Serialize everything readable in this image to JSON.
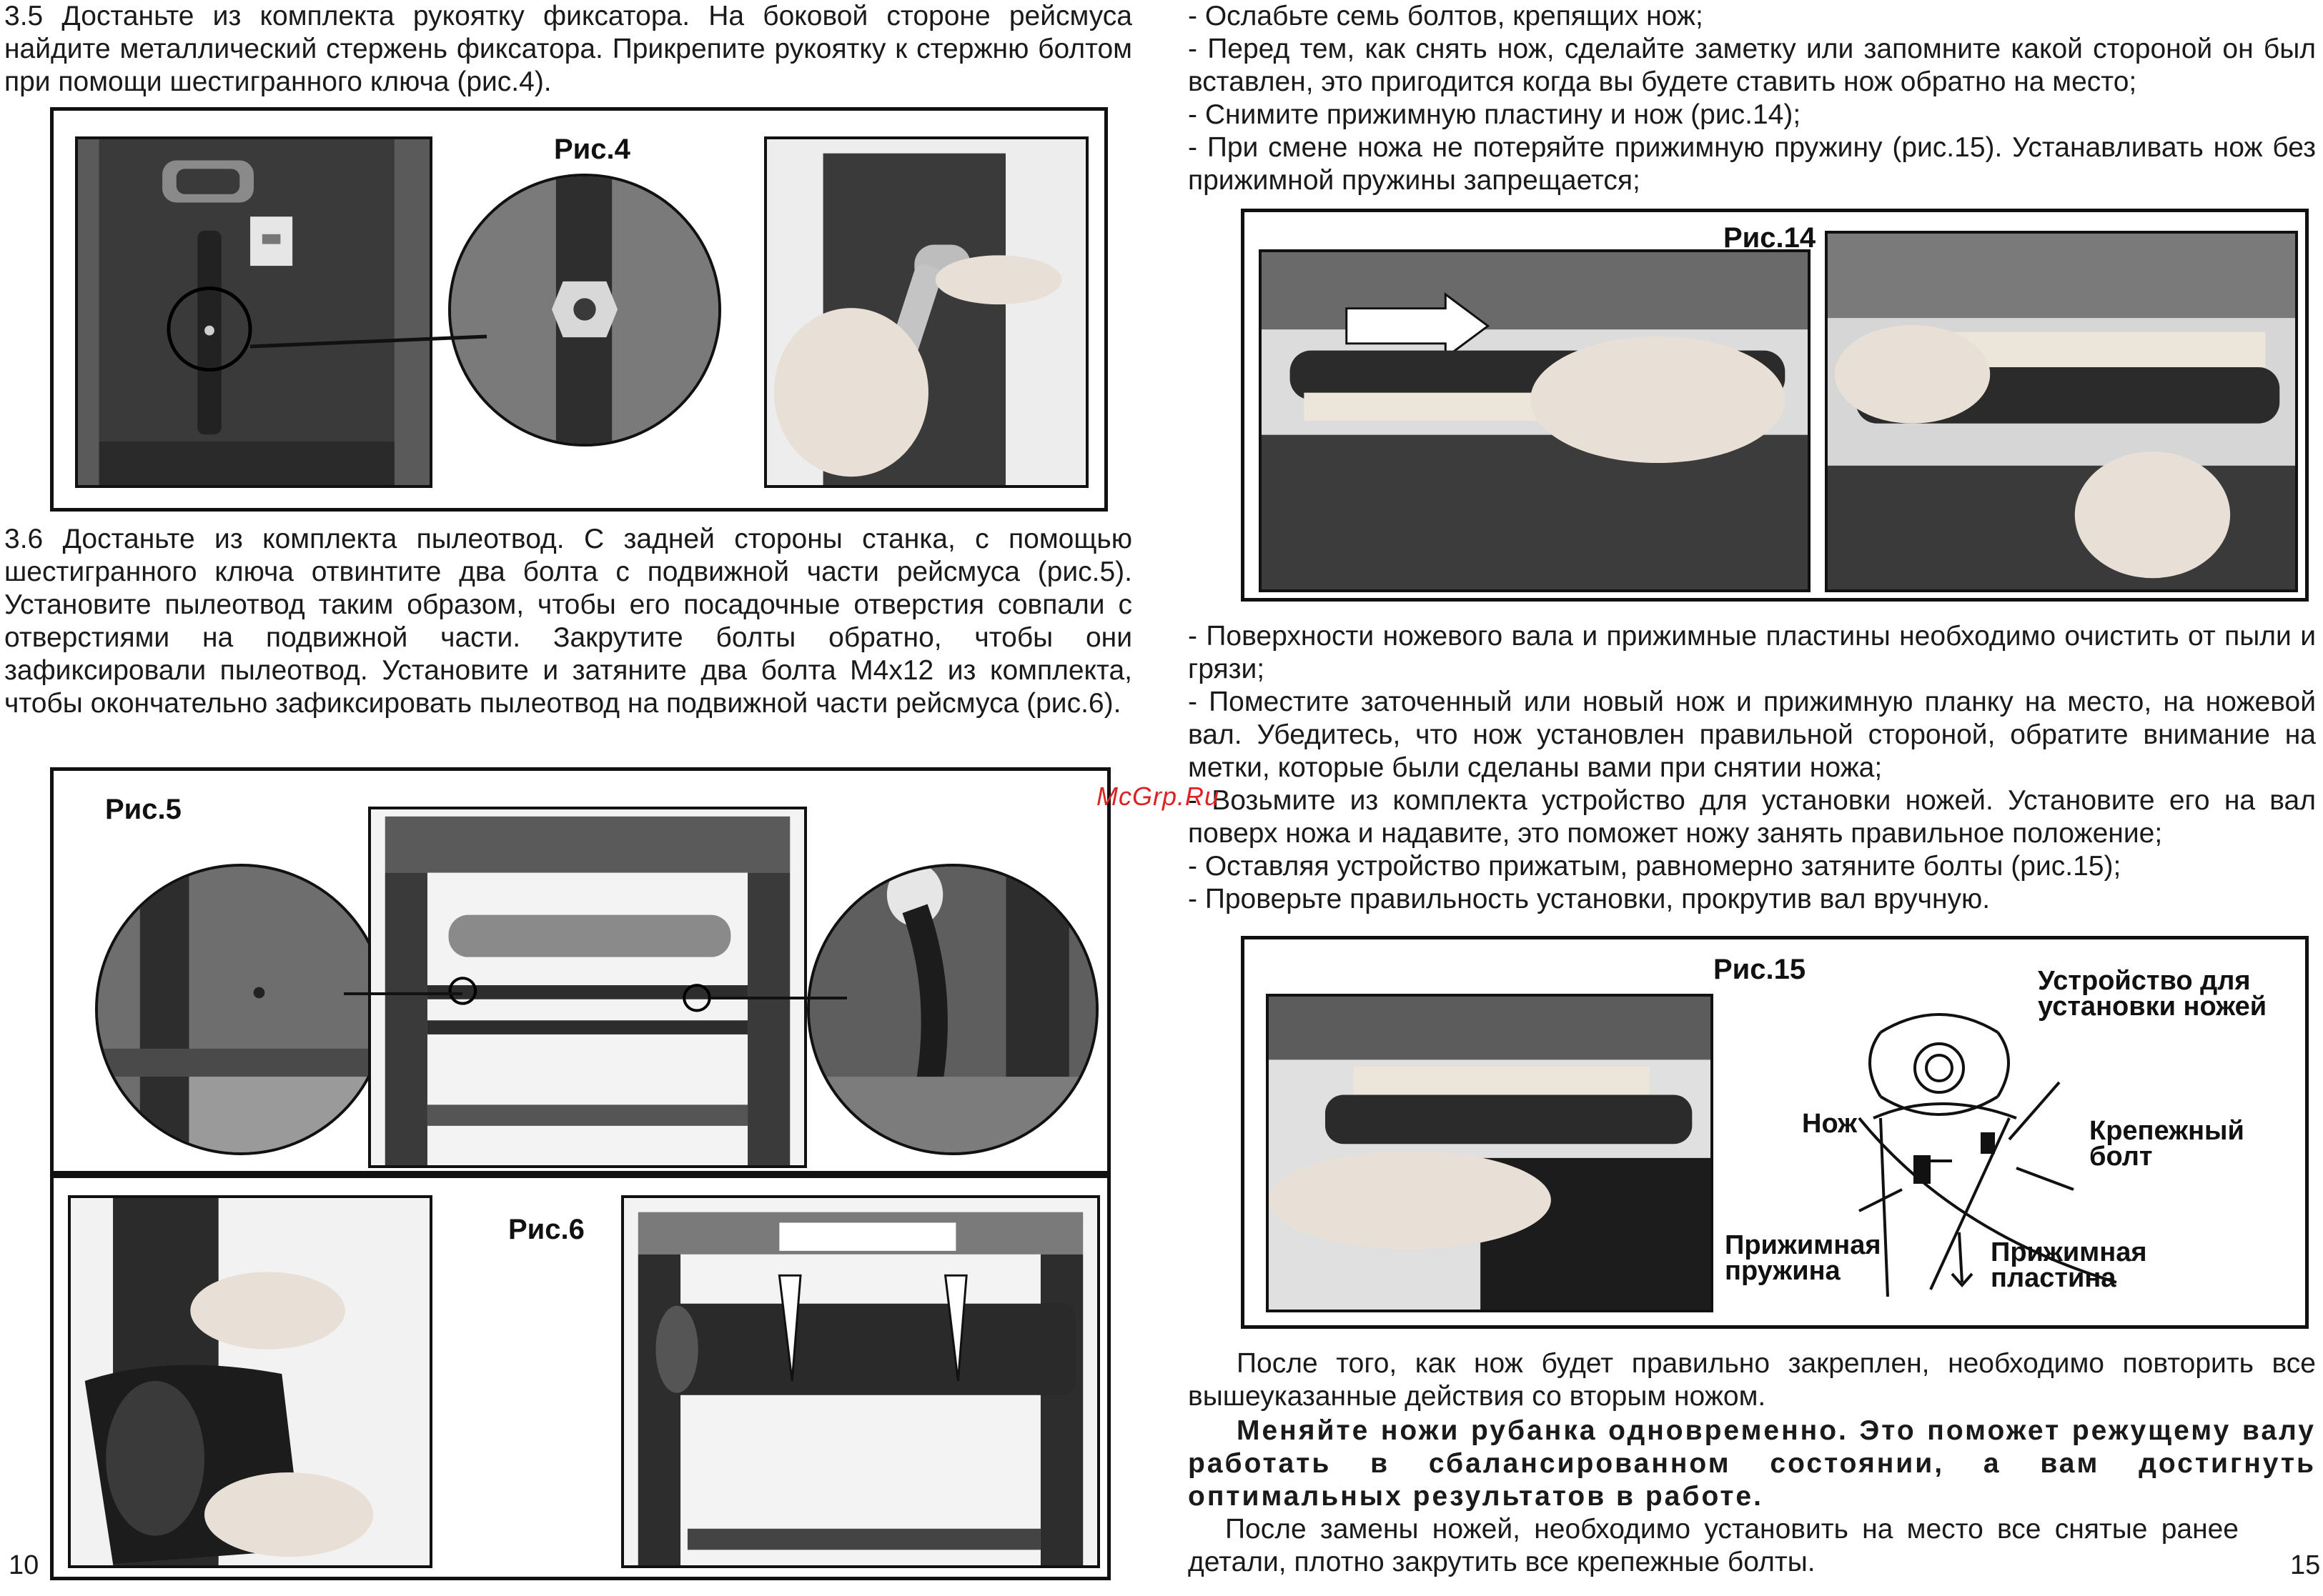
{
  "left_page": {
    "p35": "3.5 Достаньте из комплекта рукоятку фиксатора. На боковой стороне рейсмуса найдите металлический стержень фиксатора. Прикрепите рукоятку к стержню болтом при помощи шестигранного ключа (рис.4).",
    "fig4_label": "Рис.4",
    "p36": "3.6 Достаньте из комплекта пылеотвод. С задней стороны станка, с помощью шестигранного ключа отвинтите два болта с подвижной части рейсмуса (рис.5). Установите пылеотвод таким образом, чтобы его посадочные отверстия совпали с отверстиями на подвижной части. Закрутите болты обратно, чтобы они зафиксировали пылеотвод. Установите и затяните два болта М4х12 из комплекта, чтобы окончательно зафиксировать пылеотвод на подвижной части рейсмуса (рис.6).",
    "fig5_label": "Рис.5",
    "fig6_label": "Рис.6",
    "page_number": "10"
  },
  "right_page": {
    "steps_top": [
      "- Ослабьте семь болтов, крепящих нож;",
      "- Перед тем, как снять нож, сделайте заметку или запомните какой стороной он был вставлен, это пригодится когда вы будете ставить нож обратно на место;",
      "- Снимите прижимную пластину и нож (рис.14);",
      "- При смене ножа не потеряйте прижимную пружину (рис.15). Устанавливать нож без прижимной пружины запрещается;"
    ],
    "fig14_label": "Рис.14",
    "steps_middle": [
      "- Поверхности ножевого вала и прижимные пластины необходимо очистить от пыли и грязи;",
      "- Поместите заточенный или новый нож и прижимную планку на место, на ножевой вал. Убедитесь, что нож установлен правильной стороной, обратите внимание на метки, которые были сделаны вами при снятии ножа;",
      "- Возьмите из комплекта устройство для установки ножей. Установите его на вал поверх ножа и надавите, это поможет ножу занять правильное положение;",
      "- Оставляя  устройство прижатым, равномерно затяните болты (рис.15);",
      "- Проверьте правильность установки, прокрутив вал вручную."
    ],
    "fig15_label": "Рис.15",
    "fig15_callouts": {
      "device": "Устройство для установки ножей",
      "knife": "Нож",
      "bolt": "Крепежный болт",
      "spring": "Прижимная пружина",
      "plate": "Прижимная пластина"
    },
    "closing_1": "После того, как нож будет правильно закреплен, необходимо повторить все вышеуказанные действия со вторым ножом.",
    "closing_2_bold": "Меняйте ножи рубанка одновременно. Это поможет режущему валу работать в сбалансированном состоянии, а вам достигнуть оптимальных результатов в работе.",
    "closing_3": "После замены ножей, необходимо установить на место все снятые ранее детали, плотно закрутить все крепежные болты.",
    "page_number": "15"
  },
  "watermark": "McGrp.Ru"
}
